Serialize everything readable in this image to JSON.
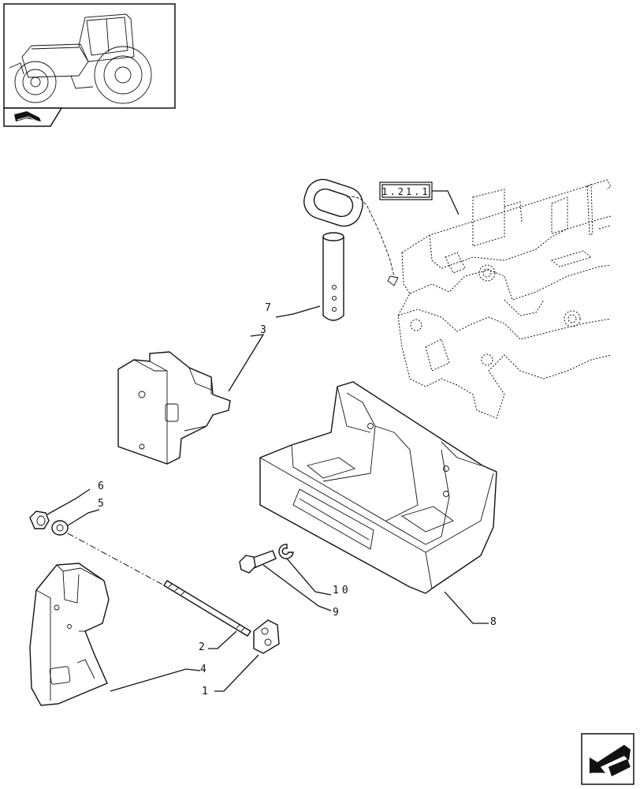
{
  "reference": "1.21.1",
  "callouts": {
    "c1": "1",
    "c2": "2",
    "c3": "3",
    "c4": "4",
    "c5": "5",
    "c6": "6",
    "c7": "7",
    "c8": "8",
    "c9": "9",
    "c10": "10"
  },
  "icons": {
    "thumbnail": "tractor-thumbnail-icon",
    "book": "book-icon",
    "nav": "back-arrow-icon"
  }
}
